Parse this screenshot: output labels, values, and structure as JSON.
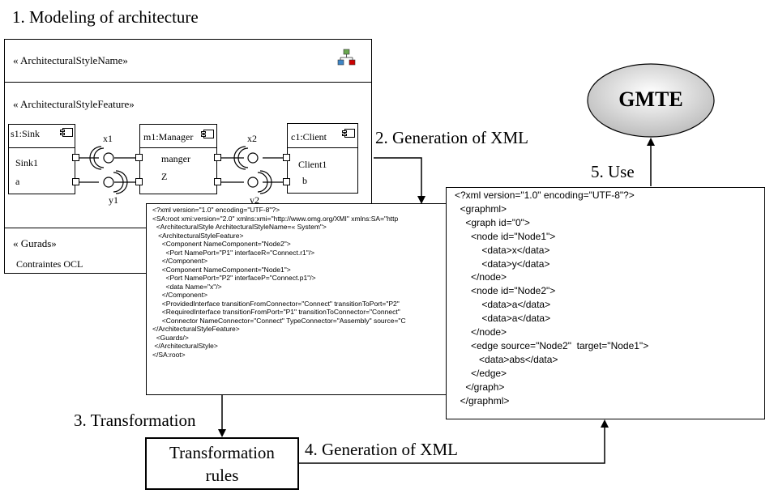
{
  "steps": {
    "s1": "1. Modeling of architecture",
    "s2": "2. Generation of XML",
    "s3": "3. Transformation",
    "s4": "4. Generation of XML",
    "s5": "5. Use"
  },
  "model": {
    "style_name": "« ArchitecturalStyleName»",
    "style_feature": "« ArchitecturalStyleFeature»",
    "gurads": "« Gurads»",
    "ocl": "Contraintes OCL",
    "components": [
      {
        "title": "s1:Sink",
        "line1": "Sink1",
        "line2": "a"
      },
      {
        "title": "m1:Manager",
        "line1": "manger",
        "line2": "Z"
      },
      {
        "title": "c1:Client",
        "line1": "Client1",
        "line2": "b"
      }
    ],
    "connectors": {
      "x1": "x1",
      "y1": "y1",
      "x2": "x2",
      "y2": "y2"
    }
  },
  "xml_source": [
    "<?xml version=\"1.0\" encoding=\"UTF-8\"?>",
    "<SA:root xmi:version=\"2.0\" xmlns:xmi=\"http://www.omg.org/XMI\" xmlns:SA=\"http",
    "  <ArchitecturalStyle ArchitecturalStyleName=« System\">",
    "   <ArchitecturalStyleFeature>",
    "     <Component NameComponent=\"Node2\">",
    "       <Port NamePort=\"P1\" interfaceR=\"Connect.r1\"/>",
    "     </Component>",
    "     <Component NameComponent=\"Node1\">",
    "       <Port NamePort=\"P2\" interfaceP=\"Connect.p1\"/>",
    "       <data Name=\"x\"/>",
    "     </Component>",
    "     <ProvidedInterface transitionFromConnector=\"Connect\" transitionToPort=\"P2\"",
    "     <RequiredInterface transitionFromPort=\"P1\" transitionToConnector=\"Connect\"",
    "     <Connector NameConnector=\"Connect\" TypeConnector=\"Assembly\" source=\"C",
    "</ArchitecturalStyleFeature>",
    "  <Guards/>",
    " </ArchitecturalStyle>",
    "</SA:root>"
  ],
  "graphml": [
    "<?xml version=\"1.0\" encoding=\"UTF-8\"?>",
    "  <graphml>",
    "    <graph id=\"0\">",
    "      <node id=\"Node1\">",
    "          <data>x</data>",
    "          <data>y</data>",
    "      </node>",
    "      <node id=\"Node2\">",
    "          <data>a</data>",
    "          <data>a</data>",
    "      </node>",
    "      <edge source=\"Node2\"  target=\"Node1\">",
    "         <data>abs</data>",
    "      </edge>",
    "    </graph>",
    "  </graphml>"
  ],
  "rules_box": {
    "line1": "Transformation",
    "line2": "rules"
  },
  "gmte": "GMTE"
}
